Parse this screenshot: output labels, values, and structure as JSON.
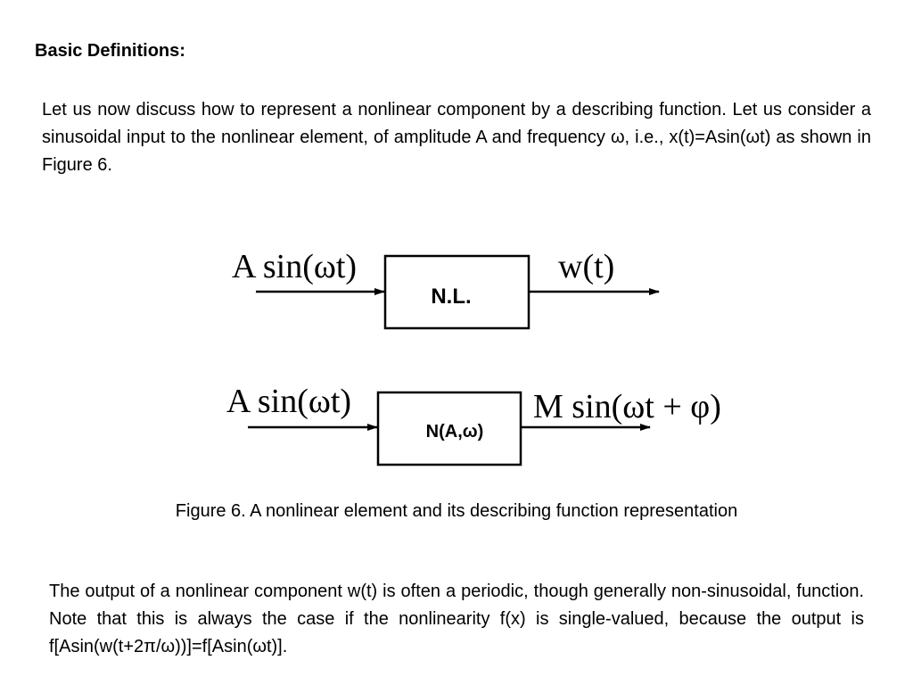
{
  "heading": "Basic Definitions:",
  "intro_paragraph": "Let us now discuss how to represent a nonlinear component by a describing function. Let us consider a sinusoidal input to the nonlinear element, of amplitude A and frequency ω, i.e., x(t)=Asin(ωt) as shown in Figure 6.",
  "diagram_top": {
    "input_label": "A sin(ωt)",
    "block_label": "N.L.",
    "output_label": "w(t)"
  },
  "diagram_bottom": {
    "input_label": "A sin(ωt)",
    "block_label": "N(A,ω)",
    "output_label": "M sin(ωt + φ)"
  },
  "caption": "Figure 6. A nonlinear element and its describing function representation",
  "output_paragraph": "The output of a nonlinear component w(t) is often a periodic, though generally non-sinusoidal, function. Note that this is always the case if the nonlinearity f(x) is single-valued, because the output is f[Asin(w(t+2π/ω))]=f[Asin(ωt)]."
}
